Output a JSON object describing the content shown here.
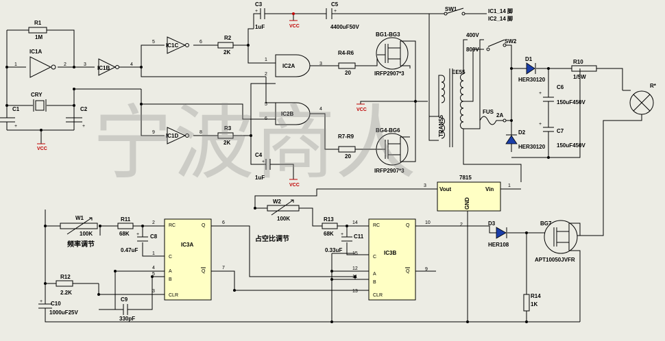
{
  "watermark": "宁波商人",
  "vcc": "VCC",
  "parts": {
    "r1": "R1",
    "r1v": "1M",
    "ic1a": "IC1A",
    "ic1b": "IC1B",
    "ic1c": "IC1C",
    "ic1d": "IC1D",
    "cry": "CRY",
    "c1": "C1",
    "c2": "C2",
    "r2": "R2",
    "r2v": "2K",
    "r3": "R3",
    "r3v": "2K",
    "c3": "C3",
    "c3v": "1uF",
    "c5": "C5",
    "c5v": "4400uF50V",
    "c4": "C4",
    "c4v": "1uF",
    "ic2a": "IC2A",
    "ic2b": "IC2B",
    "r4": "R4-R6",
    "r4v": "20",
    "r7": "R7-R9",
    "r7v": "20",
    "bg1": "BG1-BG3",
    "bg1v": "IRFP2907*3",
    "bg4": "BG4-BG6",
    "bg4v": "IRFP2907*3",
    "sw1": "SW1",
    "ic1sw": "IC1_14 脚",
    "ic2sw": "IC2_14 脚",
    "v400": "400V",
    "v800": "800V",
    "sw2": "SW2",
    "ee55": "EE55",
    "trans": "TRANS5",
    "fuse": "FUS",
    "fusev": "2A",
    "d1": "D1",
    "d1v": "HER30120",
    "d2": "D2",
    "d2v": "HER30120",
    "c6": "C6",
    "c6v": "150uF450V",
    "c7": "C7",
    "c7v": "150uF450V",
    "r10": "R10",
    "r10v": "1/5W",
    "rstar": "R*",
    "reg": "7815",
    "vout": "Vout",
    "vin": "Vin",
    "gnd": "GND",
    "w1": "W1",
    "w1v": "100K",
    "freq": "频率调节",
    "r11": "R11",
    "r11v": "68K",
    "c8": "C8",
    "c8v": "0.47uF",
    "r12": "R12",
    "r12v": "2.2K",
    "c10": "C10",
    "c10v": "1000uF25V",
    "c9": "C9",
    "c9v": "330pF",
    "ic3a": "IC3A",
    "ic3b": "IC3B",
    "w2": "W2",
    "w2v": "100K",
    "duty": "占空比调节",
    "r13": "R13",
    "r13v": "68K",
    "c11": "C11",
    "c11v": "0.33uF",
    "d3": "D3",
    "d3v": "HER108",
    "bg7": "BG7",
    "bg7v": "APT10050JVFR",
    "r14": "R14",
    "r14v": "1K"
  },
  "pins": {
    "rc": "RC",
    "c": "C",
    "a": "A",
    "b": "B",
    "q": "Q",
    "qb": "Q",
    "clr": "CLR",
    "n1": "1",
    "n2": "2",
    "n3": "3",
    "n4": "4",
    "n5": "5",
    "n6": "6",
    "n7": "7",
    "n8": "8",
    "n9": "9",
    "n10": "10",
    "n11": "11",
    "n12": "12",
    "n13": "13",
    "n14": "14",
    "n15": "15",
    "plus": "+"
  }
}
